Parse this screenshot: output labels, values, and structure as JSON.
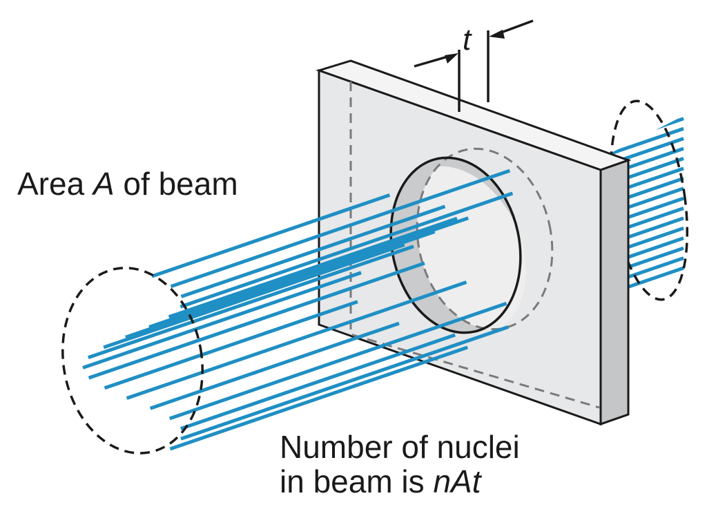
{
  "labels": {
    "thickness": "t",
    "area": {
      "prefix": "Area ",
      "symbol": "A",
      "suffix": " of beam"
    },
    "nuclei_line1": "Number of nuclei",
    "nuclei_line2": {
      "prefix": "in beam is ",
      "symbol": "nAt"
    }
  },
  "colors": {
    "beam": "#1f8fc4",
    "slab_face": "#e7e8e9",
    "slab_top": "#f4f4f4",
    "slab_side": "#c4c6c8",
    "outline": "#1a1a1a",
    "hidden_edge": "#7a7a7a"
  }
}
